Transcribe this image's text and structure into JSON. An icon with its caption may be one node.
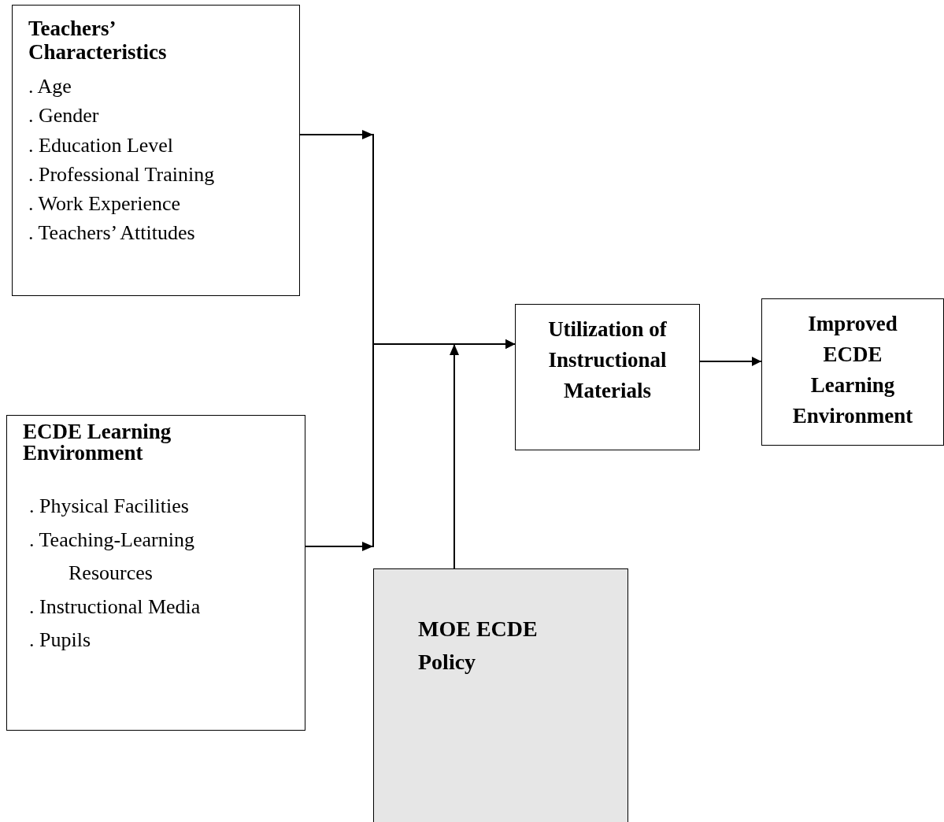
{
  "diagram": {
    "nodes": [
      {
        "text": [
          "Teachers’ Characteristics",
          ". Age",
          ". Gender",
          ". Education Level",
          ". Professional Training",
          ". Work Experience",
          ". Teachers’ Attitudes"
        ]
      },
      {
        "text": [
          "ECDE Learning Environment",
          ". Physical Facilities",
          ". Teaching-Learning Resources",
          ". Instructional Media",
          ". Pupils"
        ]
      },
      {
        "text": [
          "Utilization of Instructional Materials"
        ]
      },
      {
        "text": [
          "Improved ECDE Learning Environment"
        ]
      },
      {
        "text": [
          "MOE ECDE Policy"
        ]
      }
    ],
    "edges": [
      {
        "from": 0,
        "to": 2,
        "arrow": "to"
      },
      {
        "from": 1,
        "to": 2,
        "arrow": "to"
      },
      {
        "from": 4,
        "to": 2,
        "arrow": "to"
      },
      {
        "from": 2,
        "to": 3,
        "arrow": "to"
      }
    ]
  }
}
